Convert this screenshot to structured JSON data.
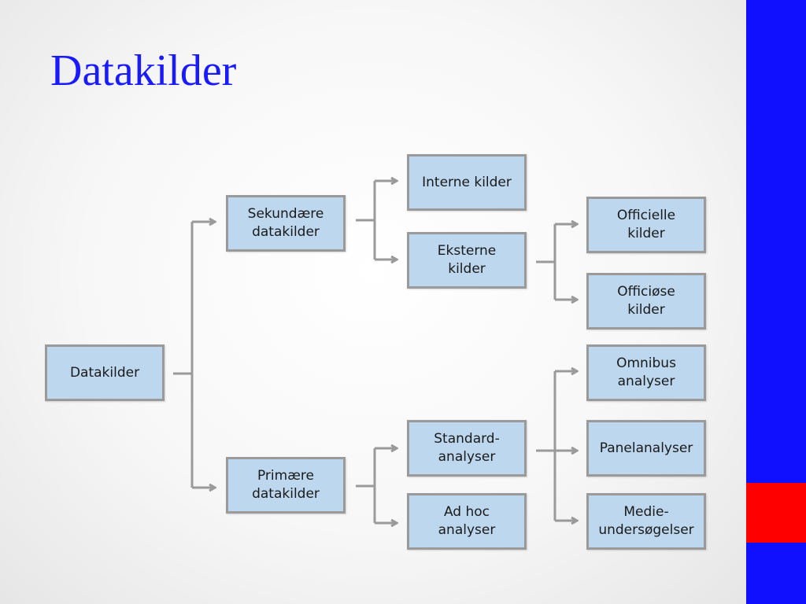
{
  "slide": {
    "title": "Datakilder",
    "colors": {
      "title": "#1a1aff",
      "side_bar": "#1010ff",
      "side_accent": "#ff0000",
      "box_fill": "#bdd7ee",
      "box_border": "#9a9a9a",
      "connector": "#9a9a9a"
    }
  },
  "diagram": {
    "nodes": {
      "root": "Datakilder",
      "secondary": "Sekundære\ndatakilder",
      "primary": "Primære\ndatakilder",
      "internal": "Interne kilder",
      "external": "Eksterne\nkilder",
      "official": "Officielle\nkilder",
      "semi_official": "Officiøse\nkilder",
      "standard": "Standard-\nanalyser",
      "adhoc": "Ad hoc\nanalyser",
      "omnibus": "Omnibus\nanalyser",
      "panel": "Panelanalyser",
      "media": "Medie-\nundersøgelser"
    }
  }
}
